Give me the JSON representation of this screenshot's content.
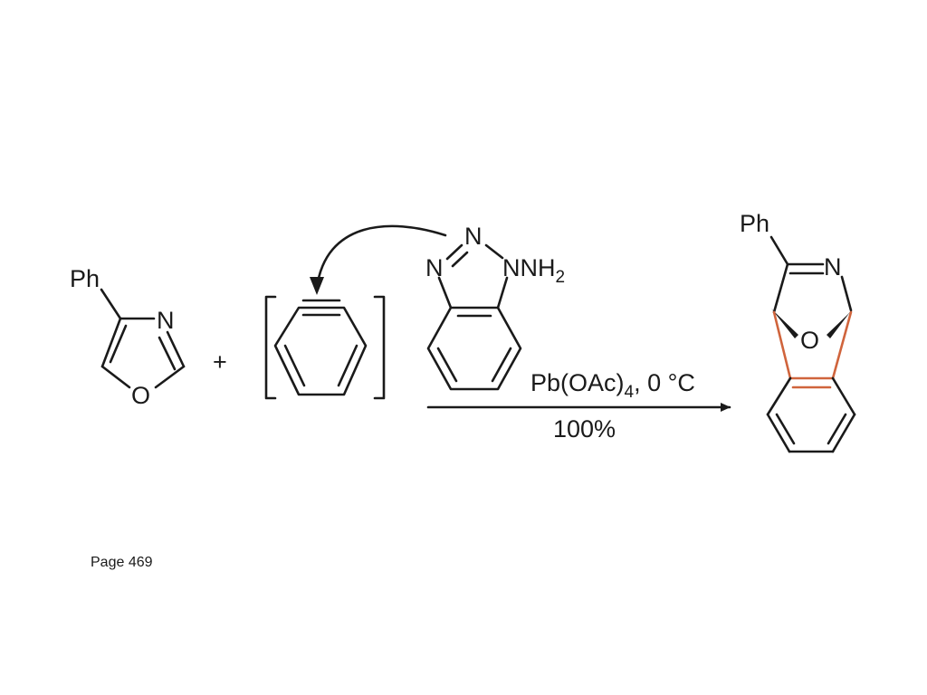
{
  "scheme": {
    "oxazole": {
      "substituent": "Ph",
      "atom_n": "N",
      "atom_o": "O"
    },
    "plus_sign": "+",
    "aminobenzotriazole": {
      "atom_n_left": "N",
      "atom_n_top": "N",
      "atom_nnh2": "NNH",
      "nh2_subscript": "2"
    },
    "conditions": {
      "reagent_main": "Pb(OAc)",
      "reagent_subscript": "4",
      "reagent_tail": ", 0 °C",
      "yield": "100%"
    },
    "product": {
      "substituent": "Ph",
      "atom_n": "N",
      "atom_o": "O"
    },
    "colors": {
      "ink": "#1a1a1a",
      "new_bond": "#d0643c"
    }
  },
  "footer": {
    "page_label": "Page 469"
  }
}
